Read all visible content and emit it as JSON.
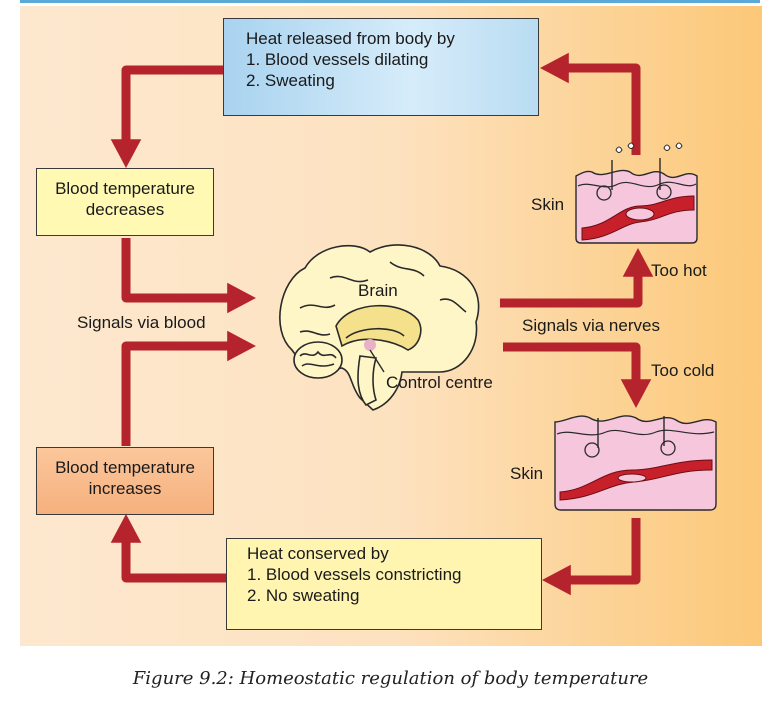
{
  "boxes": {
    "heat_released": {
      "title": "Heat released from body by",
      "items": [
        "1. Blood vessels dilating",
        "2. Sweating"
      ]
    },
    "heat_conserved": {
      "title": "Heat conserved by",
      "items": [
        "1. Blood vessels constricting",
        "2. No sweating"
      ]
    },
    "temp_decreases": {
      "lines": [
        "Blood temperature",
        "decreases"
      ]
    },
    "temp_increases": {
      "lines": [
        "Blood temperature",
        "increases"
      ]
    }
  },
  "labels": {
    "brain": "Brain",
    "control_centre": "Control centre",
    "signals_blood": "Signals via blood",
    "signals_nerves": "Signals via nerves",
    "too_hot": "Too hot",
    "too_cold": "Too cold",
    "skin_top": "Skin",
    "skin_bottom": "Skin"
  },
  "caption": "Figure 9.2: Homeostatic regulation of body temperature",
  "colors": {
    "arrow": "#b5232c",
    "panel_left": "#fde8cf",
    "panel_right": "#fcc878",
    "box_blue": "#a9d3ef",
    "box_yellow": "#fff9b4",
    "box_orange": "#f6b07e",
    "brain_fill": "#fff6c8",
    "skin_fill": "#f6c6dc",
    "vessel": "#c8202a"
  }
}
